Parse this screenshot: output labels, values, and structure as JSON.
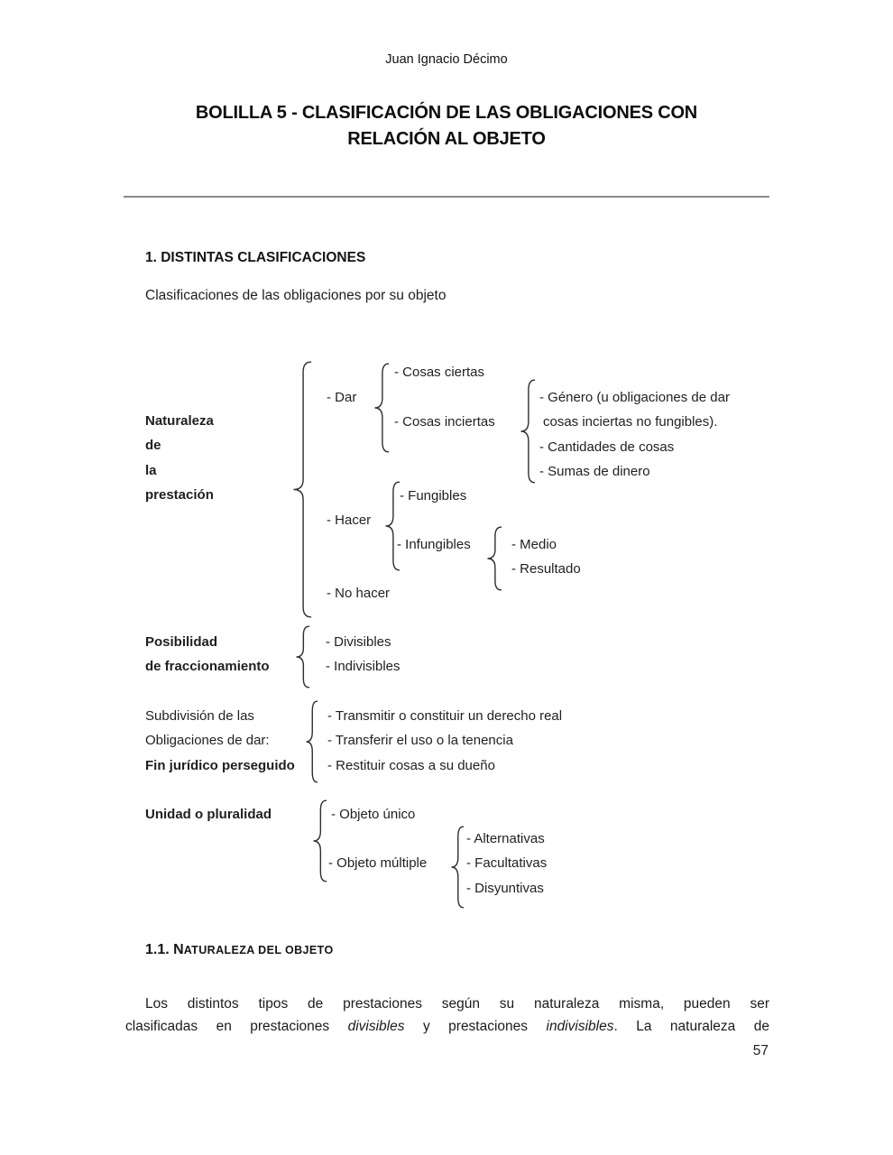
{
  "colors": {
    "text": "#1f1f1f",
    "rule": "#8a8a8a",
    "background": "#ffffff"
  },
  "page": {
    "author": "Juan Ignacio Décimo",
    "title_line1": "BOLILLA 5 - CLASIFICACIÓN DE LAS OBLIGACIONES CON",
    "title_line2": "RELACIÓN AL OBJETO",
    "page_number": "57"
  },
  "section1": {
    "heading": "1. DISTINTAS CLASIFICACIONES",
    "intro": "Clasificaciones de las obligaciones por su objeto"
  },
  "diagram": {
    "naturaleza": {
      "label_l1": "Naturaleza",
      "label_l2": "de",
      "label_l3": "la",
      "label_l4": "prestación",
      "dar": "- Dar",
      "cosas_ciertas": "- Cosas ciertas",
      "cosas_inciertas": "- Cosas inciertas",
      "genero_l1": "- Género (u obligaciones de dar",
      "genero_l2": "cosas inciertas no fungibles).",
      "genero_l3": "- Cantidades de cosas",
      "genero_l4": "- Sumas de dinero",
      "hacer": "- Hacer",
      "fungibles": "- Fungibles",
      "infungibles": "- Infungibles",
      "medio": "- Medio",
      "resultado": "- Resultado",
      "no_hacer": "- No hacer"
    },
    "posibilidad": {
      "label_l1": "Posibilidad",
      "label_l2": "de fraccionamiento",
      "item_l1": "- Divisibles",
      "item_l2": "- Indivisibles"
    },
    "subdivision": {
      "label_l1": "Subdivisión de las",
      "label_l2": "Obligaciones de dar:",
      "label_l3": "Fin jurídico perseguido",
      "items": [
        "- Transmitir o constituir un derecho real",
        "- Transferir el uso o la tenencia",
        "- Restituir cosas a su dueño"
      ]
    },
    "unidad": {
      "label": "Unidad o pluralidad",
      "objeto_unico": "- Objeto único",
      "objeto_multiple": "- Objeto múltiple",
      "multiple_l1": "- Alternativas",
      "multiple_l2": "- Facultativas",
      "multiple_l3": "- Disyuntivas"
    }
  },
  "section11": {
    "heading_prefix": "1.1. N",
    "heading_caps": "ATURALEZA DEL OBJETO",
    "para_line1": "Los distintos tipos de prestaciones según su naturaleza misma, pueden ser",
    "para_l2a": "clasificadas en prestaciones ",
    "para_l2_italic1": "divisibles",
    "para_l2b": " y prestaciones ",
    "para_l2_italic2": "indivisibles",
    "para_l2c": ". La naturaleza de"
  }
}
